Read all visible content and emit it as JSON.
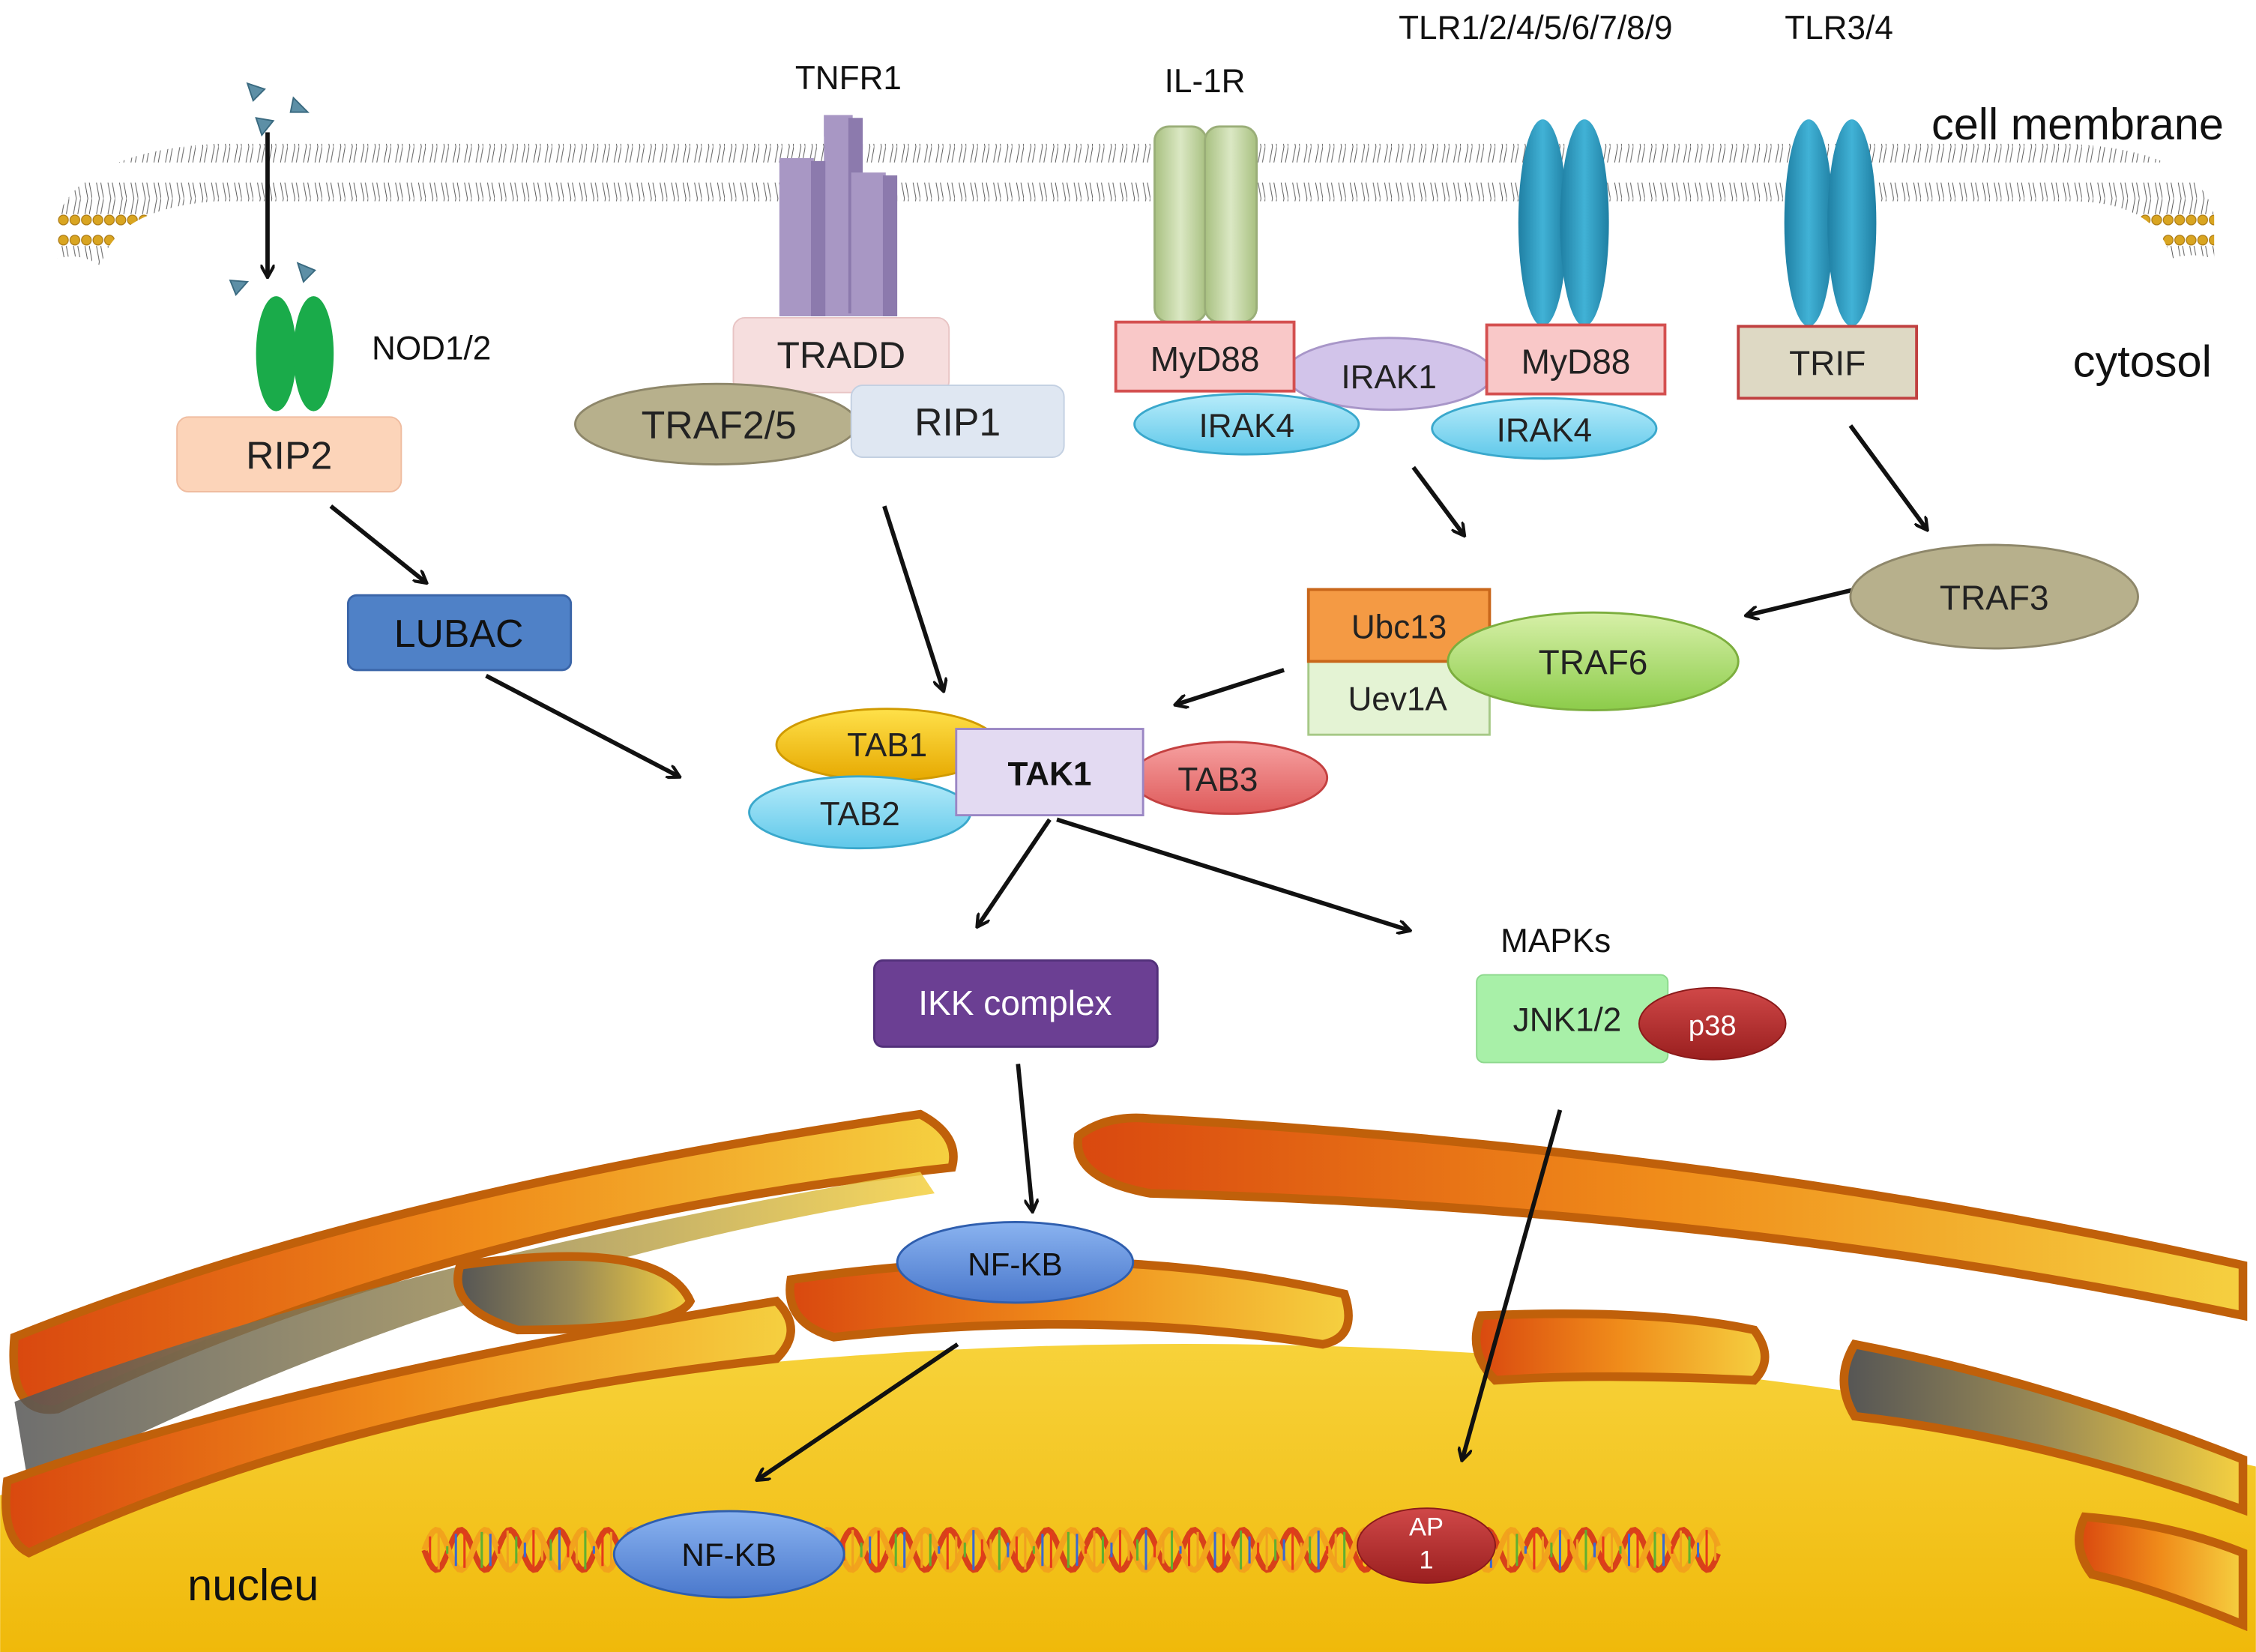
{
  "labels": {
    "tlr_group": "TLR1/2/4/5/6/7/8/9",
    "tlr34": "TLR3/4",
    "tnfr1": "TNFR1",
    "il1r": "IL-1R",
    "cell_membrane": "cell membrane",
    "cytosol": "cytosol",
    "nod12": "NOD1/2",
    "mapks": "MAPKs",
    "nucleus": "nucleu"
  },
  "nodes": {
    "tradd": "TRADD",
    "traf25": "TRAF2/5",
    "rip1": "RIP1",
    "myd88_left": "MyD88",
    "irak1": "IRAK1",
    "myd88_right": "MyD88",
    "irak4_left": "IRAK4",
    "irak4_right": "IRAK4",
    "trif": "TRIF",
    "rip2": "RIP2",
    "lubac": "LUBAC",
    "traf3": "TRAF3",
    "ubc13": "Ubc13",
    "uev1a": "Uev1A",
    "traf6": "TRAF6",
    "tab1": "TAB1",
    "tab2": "TAB2",
    "tak1": "TAK1",
    "tab3": "TAB3",
    "ikk_complex": "IKK complex",
    "jnk12": "JNK1/2",
    "p38": "p38",
    "nfkb_cyto": "NF-KB",
    "nfkb_dna": "NF-KB",
    "ap1_line1": "AP",
    "ap1_line2": "1"
  },
  "colors": {
    "receptor_purple": "#a897c4",
    "il1r_green": "#c4d6a0",
    "tlr_blue": "#2e9fc4",
    "nod_green": "#1aab4a",
    "lipid_head": "#d9a521",
    "nucleus_yellow": "#f5c518",
    "nucleus_orange": "#d4740c",
    "lubac_blue": "#4f81c7",
    "ikk_purple": "#6b3f93",
    "nfkb_blue": "#5b8bd8",
    "red_node": "#b8302e"
  }
}
